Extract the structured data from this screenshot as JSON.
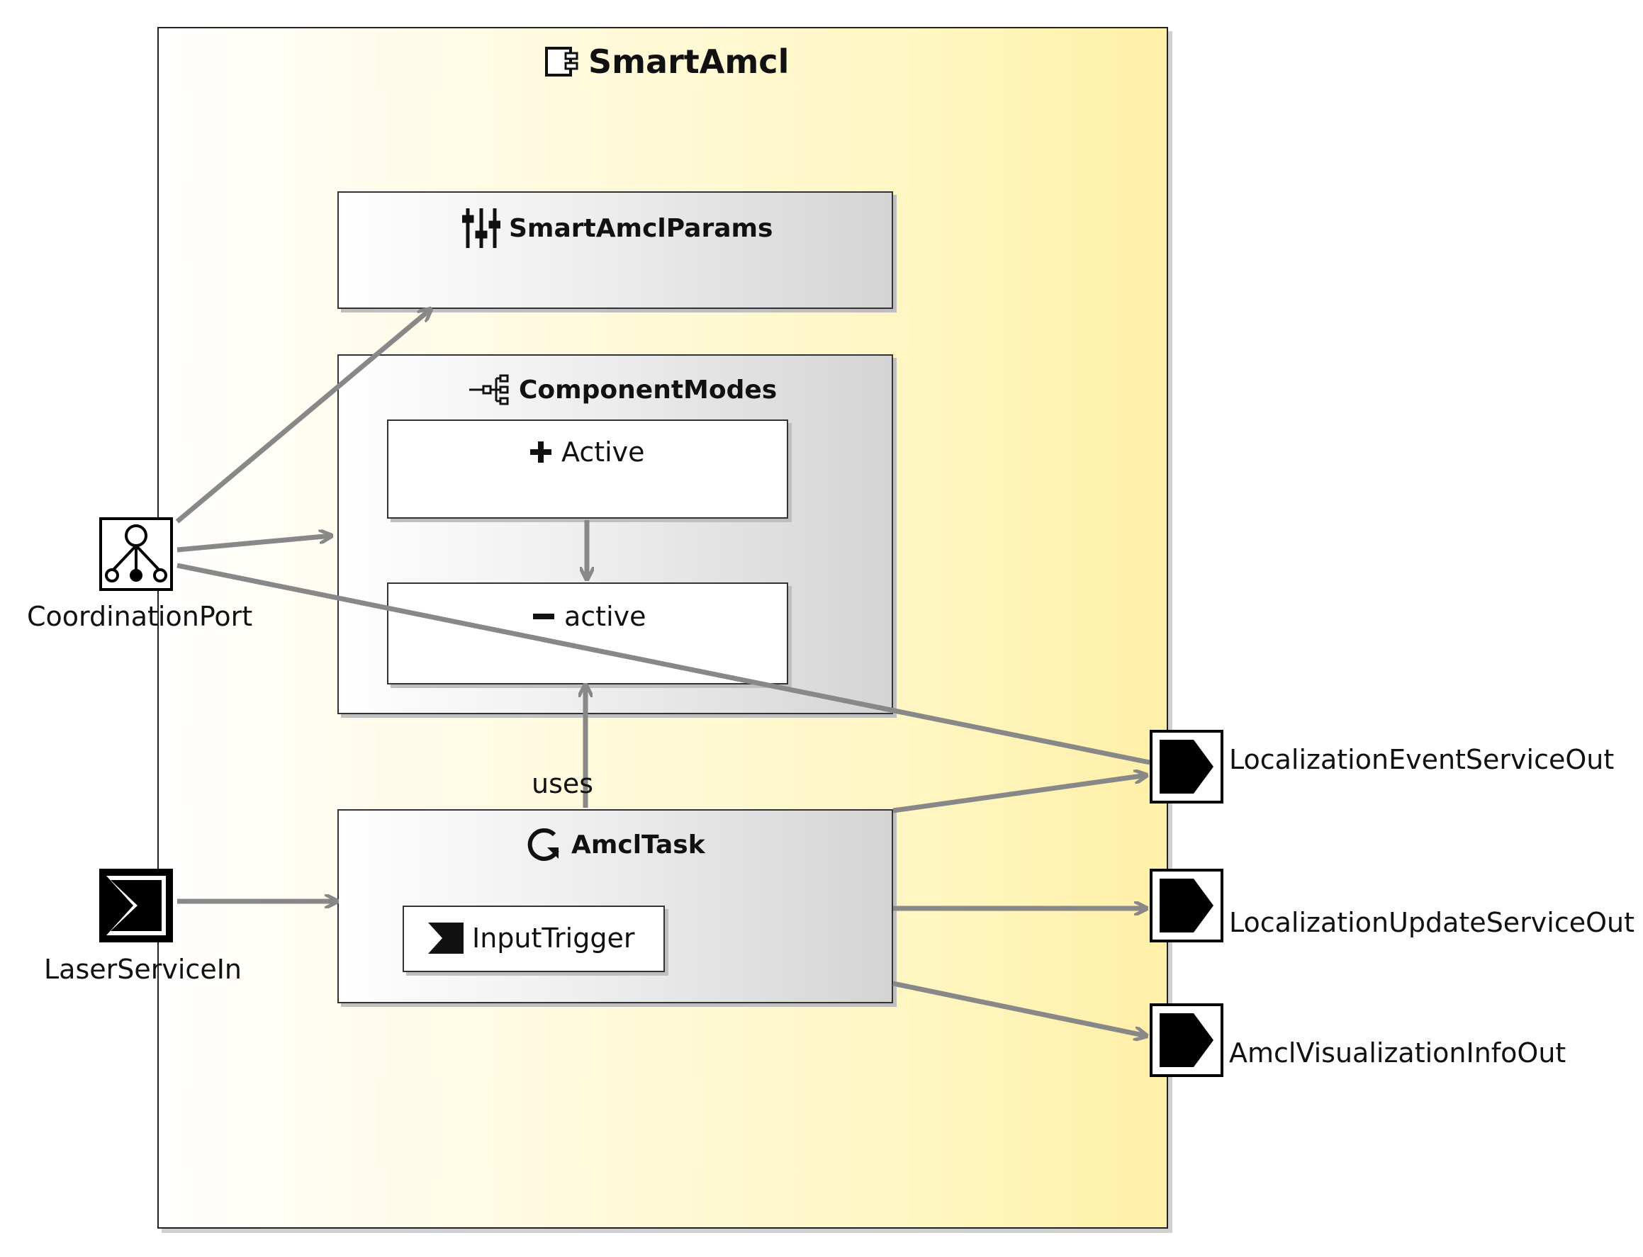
{
  "component": {
    "title": "SmartAmcl",
    "icon": "component-icon"
  },
  "params": {
    "title": "SmartAmclParams",
    "icon": "parameters-sliders-icon"
  },
  "modes": {
    "title": "ComponentModes",
    "icon": "mode-tree-icon",
    "states": [
      {
        "label": "Active",
        "icon": "plus-icon"
      },
      {
        "label": "active",
        "icon": "minus-icon"
      }
    ]
  },
  "task": {
    "title": "AmclTask",
    "icon": "cycle-icon",
    "trigger": {
      "label": "InputTrigger",
      "icon": "input-port-icon"
    }
  },
  "edge_label_uses": "uses",
  "ports": {
    "coordination": {
      "label": "CoordinationPort",
      "icon": "coordination-port-icon"
    },
    "laser_in": {
      "label": "LaserServiceIn",
      "icon": "input-port-icon"
    },
    "outputs": [
      {
        "label": "LocalizationEventServiceOut",
        "icon": "output-port-icon"
      },
      {
        "label": "LocalizationUpdateServiceOut",
        "icon": "output-port-icon"
      },
      {
        "label": "AmclVisualizationInfoOut",
        "icon": "output-port-icon"
      }
    ]
  },
  "colors": {
    "edge": "#888888",
    "component_fill": "#fff2b0",
    "port": "#000000"
  }
}
